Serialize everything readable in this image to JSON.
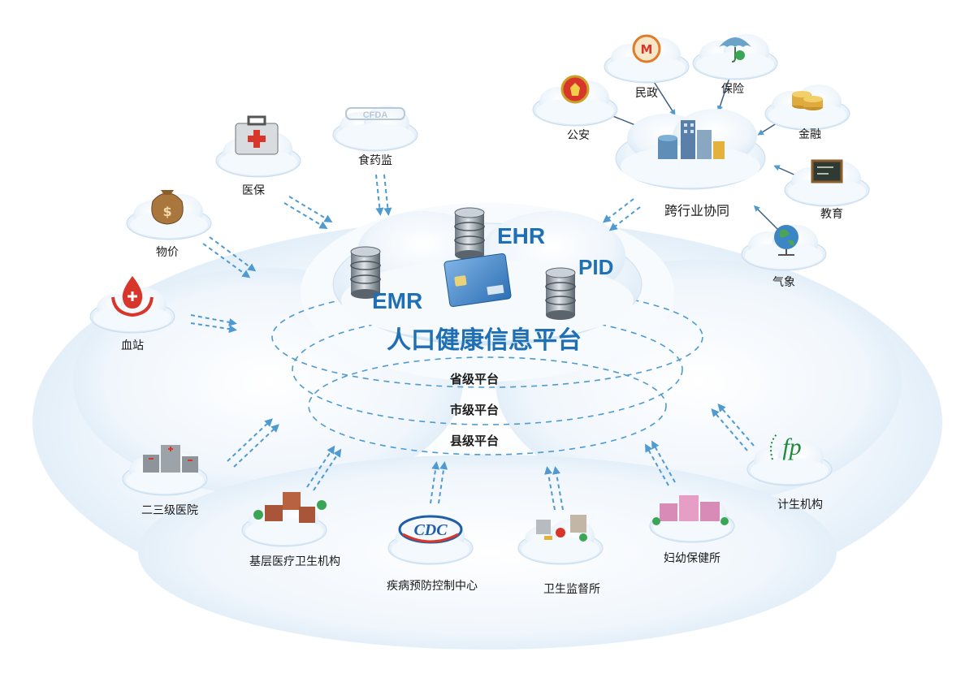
{
  "center": {
    "title": "人口健康信息平台",
    "emr": "EMR",
    "ehr": "EHR",
    "pid": "PID"
  },
  "levels": [
    "省级平台",
    "市级平台",
    "县级平台"
  ],
  "nodes": {
    "yibao": "医保",
    "shiyaojian": "食药监",
    "wujia": "物价",
    "xuezhan": "血站",
    "gongan": "公安",
    "minzheng": "民政",
    "baoxian": "保险",
    "jinrong": "金融",
    "jiaoyu": "教育",
    "qixiang": "气象",
    "kuahangye": "跨行业协同",
    "yiyuan": "二三级医院",
    "jiceng": "基层医疗卫生机构",
    "cdc": "疾病预防控制中心",
    "weisheng": "卫生监督所",
    "fuyou": "妇幼保健所",
    "jisheng": "计生机构"
  },
  "icons": {
    "yibao": "first-aid-kit-icon",
    "shiyaojian": "cfda-logo-icon",
    "wujia": "money-bag-icon",
    "xuezhan": "blood-drop-hands-icon",
    "gongan": "police-badge-icon",
    "minzheng": "civil-affairs-logo-icon",
    "baoxian": "umbrella-icon",
    "jinrong": "coins-icon",
    "jiaoyu": "blackboard-icon",
    "qixiang": "globe-icon",
    "kuahangye": "city-buildings-icon",
    "yiyuan": "hospital-buildings-icon",
    "jiceng": "clinic-buildings-icon",
    "cdc": "cdc-logo-icon",
    "weisheng": "town-square-icon",
    "fuyou": "maternity-hospital-icon",
    "jisheng": "family-planning-logo-icon",
    "database": "database-icon",
    "card": "health-card-icon"
  },
  "colors": {
    "accent": "#1f6fb4",
    "arrow": "#4f9ad0",
    "cloud": "#eaf3fb",
    "red": "#d9362b"
  }
}
